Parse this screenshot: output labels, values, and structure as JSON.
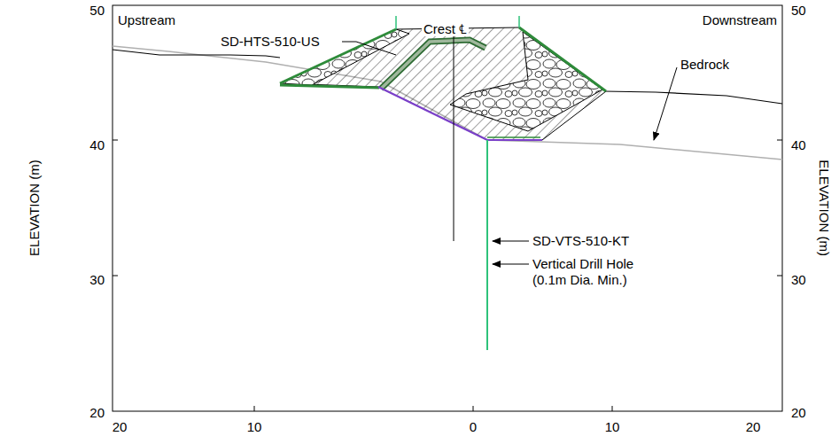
{
  "diagram": {
    "labels": [
      "Upstream",
      "Downstream",
      "Crest ℄",
      "SD-HTS-510-US",
      "Bedrock",
      "SD-VTS-510-KT",
      "Vertical Drill Hole",
      "(0.1m Dia. Min.)",
      "ELEVATION (m)",
      "ELEVATION (m)",
      "50",
      "40",
      "30",
      "20",
      "50",
      "40",
      "30",
      "20",
      "20",
      "10",
      "0",
      "10",
      "20"
    ]
  }
}
